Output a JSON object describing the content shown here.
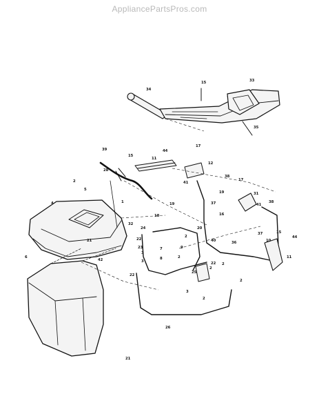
{
  "watermark": "AppliancePartsPros.com",
  "callouts": [
    "15",
    "34",
    "33",
    "35",
    "39",
    "15",
    "44",
    "11",
    "17",
    "12",
    "28",
    "38",
    "41",
    "19",
    "37",
    "17",
    "2",
    "5",
    "1",
    "4",
    "19",
    "32",
    "18",
    "24",
    "22",
    "23",
    "36",
    "20",
    "16",
    "41",
    "31",
    "38",
    "37",
    "40",
    "15",
    "44",
    "10",
    "11",
    "21",
    "42",
    "3",
    "3",
    "7",
    "8",
    "6",
    "2",
    "9",
    "2",
    "2",
    "2",
    "22",
    "25",
    "22",
    "2",
    "3",
    "2",
    "26",
    "21"
  ]
}
